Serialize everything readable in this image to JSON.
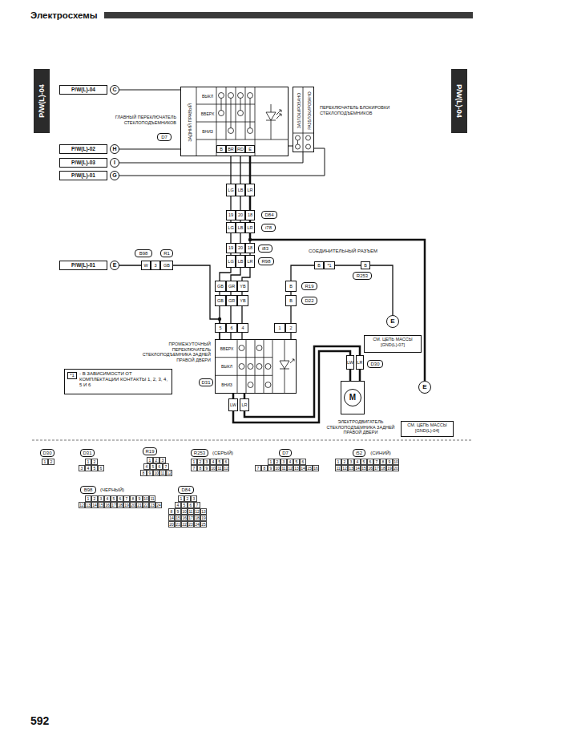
{
  "diagram": {
    "title": "Электросхемы",
    "nodes": [
      {
        "text": [
          "P/W(L)-04"
        ]
      },
      {
        "text": [
          "P/W(L)-04"
        ]
      },
      {
        "text": [
          "P/W(L)-04",
          "C"
        ]
      },
      {
        "text": [
          "ГЛАВНЫЙ ПЕРЕКЛЮЧАТЕЛЬ СТЕКЛОПОДЪЕМНИКОВ",
          "ЗАДНИЙ ПРАВЫЙ",
          "ВЫКЛ",
          "ВВЕРХ",
          "ВНИЗ"
        ]
      },
      {
        "text": [
          "ПЕРЕКЛЮЧАТЕЛЬ БЛОКИРОВКИ СТЕКЛОПОДЪЕМНИКОВ",
          "ЗАБЛОКИРОВАНО",
          "РАЗБЛОКИРОВАНО"
        ]
      },
      {
        "text": [
          "P/W(L)-02",
          "H"
        ]
      },
      {
        "text": [
          "P/W(L)-03",
          "I"
        ]
      },
      {
        "text": [
          "P/W(L)-01",
          "G"
        ]
      },
      {
        "text": [
          "P/W(L)-01",
          "E"
        ]
      },
      {
        "text": [
          "E"
        ]
      },
      {
        "text": [
          "СМ. ЦЕПЬ МАССЫ [GND(L)-07]"
        ]
      },
      {
        "text": [
          "ПРОМЕЖУТОЧНЫЙ ПЕРЕКЛЮЧАТЕЛЬ СТЕКЛОПОДЪЕМНИКА ЗАДНЕЙ ПРАВОЙ ДВЕРИ",
          "ВВЕРХ",
          "ВЫКЛ",
          "ВНИЗ"
        ]
      },
      {
        "text": [
          "*1",
          "- В ЗАВИСИМОСТИ ОТ КОМПЛЕКТАЦИИ КОНТАКТЫ 1, 2, 3, 4, 5 И 6"
        ]
      },
      {
        "text": [
          "M",
          "ЭЛЕКТРОДВИГАТЕЛЬ СТЕКЛОПОДЪЕМНИКА ЗАДНЕЙ ПРАВОЙ ДВЕРИ"
        ]
      },
      {
        "text": [
          "E"
        ]
      },
      {
        "text": [
          "СМ. ЦЕПЬ МАССЫ [GND(L)-04]"
        ]
      }
    ],
    "edges": [
      {
        "from": 2,
        "to": 3,
        "arrow": "none"
      },
      {
        "from": 5,
        "to": 3,
        "arrow": "none"
      },
      {
        "from": 6,
        "to": 4,
        "arrow": "none"
      },
      {
        "from": 7,
        "to": 4,
        "arrow": "none"
      },
      {
        "from": 4,
        "to": 3,
        "arrow": "none"
      },
      {
        "from": 3,
        "to": 11,
        "arrow": "none"
      },
      {
        "from": 3,
        "to": 11,
        "arrow": "none"
      },
      {
        "from": 3,
        "to": 11,
        "arrow": "none"
      },
      {
        "from": 8,
        "to": 11,
        "arrow": "none"
      },
      {
        "from": 11,
        "to": 13,
        "arrow": "none"
      },
      {
        "from": 11,
        "to": 13,
        "arrow": "none"
      },
      {
        "from": 11,
        "to": 9,
        "arrow": "none"
      },
      {
        "from": 3,
        "to": 14,
        "arrow": "none"
      }
    ],
    "labels": [
      "592",
      "B",
      "BR",
      "RD",
      "E",
      "D7",
      "LG",
      "LB",
      "LR",
      "19",
      "20",
      "18",
      "D84",
      "LG",
      "LB",
      "LR",
      "i78",
      "19",
      "20",
      "18",
      "i83",
      "LG",
      "LB",
      "LR",
      "R98",
      "GB",
      "GR",
      "YB",
      "B",
      "R19",
      "GB",
      "GR",
      "YB",
      "B",
      "D22",
      "5",
      "6",
      "4",
      "1",
      "2",
      "B98",
      "R1",
      "W",
      "3",
      "GB",
      "СОЕДИНИТЕЛЬНЫЙ РАЗЪЕМ",
      "B",
      "*1",
      "B",
      "R253",
      "D31",
      "LW",
      "LR",
      "LW",
      "LR",
      "D30",
      "D30",
      "D31",
      "R19",
      "R253",
      "(СЕРЫЙ)",
      "D7",
      "i52",
      "(СИНИЙ)",
      "B98",
      "(ЧЕРНЫЙ)",
      "D84",
      "1",
      "2",
      "1",
      "2",
      "3",
      "4",
      "5",
      "6",
      "1",
      "2",
      "3",
      "4",
      "5",
      "6",
      "7",
      "8",
      "9",
      "10",
      "11",
      "12",
      "1",
      "2",
      "3",
      "4",
      "5",
      "6",
      "7",
      "8",
      "9",
      "10",
      "11",
      "12",
      "1",
      "2",
      "3",
      "4",
      "5",
      "6",
      "7",
      "8",
      "9",
      "10",
      "11",
      "12",
      "13",
      "14",
      "15",
      "16",
      "1",
      "2",
      "3",
      "4",
      "5",
      "6",
      "7",
      "8",
      "9",
      "10",
      "11",
      "12",
      "13",
      "14",
      "15",
      "16",
      "17",
      "18",
      "19",
      "20",
      "1",
      "2",
      "3",
      "4",
      "5",
      "6",
      "7",
      "8",
      "9",
      "10",
      "11",
      "12",
      "13",
      "14",
      "15",
      "16",
      "17",
      "18",
      "19",
      "20",
      "21",
      "22",
      "23",
      "24",
      "1",
      "2",
      "3",
      "4",
      "5",
      "6",
      "7",
      "8",
      "9",
      "10",
      "11",
      "12",
      "13",
      "14",
      "15",
      "16",
      "17",
      "18",
      "19",
      "20",
      "21",
      "22",
      "23",
      "24",
      "25"
    ]
  }
}
